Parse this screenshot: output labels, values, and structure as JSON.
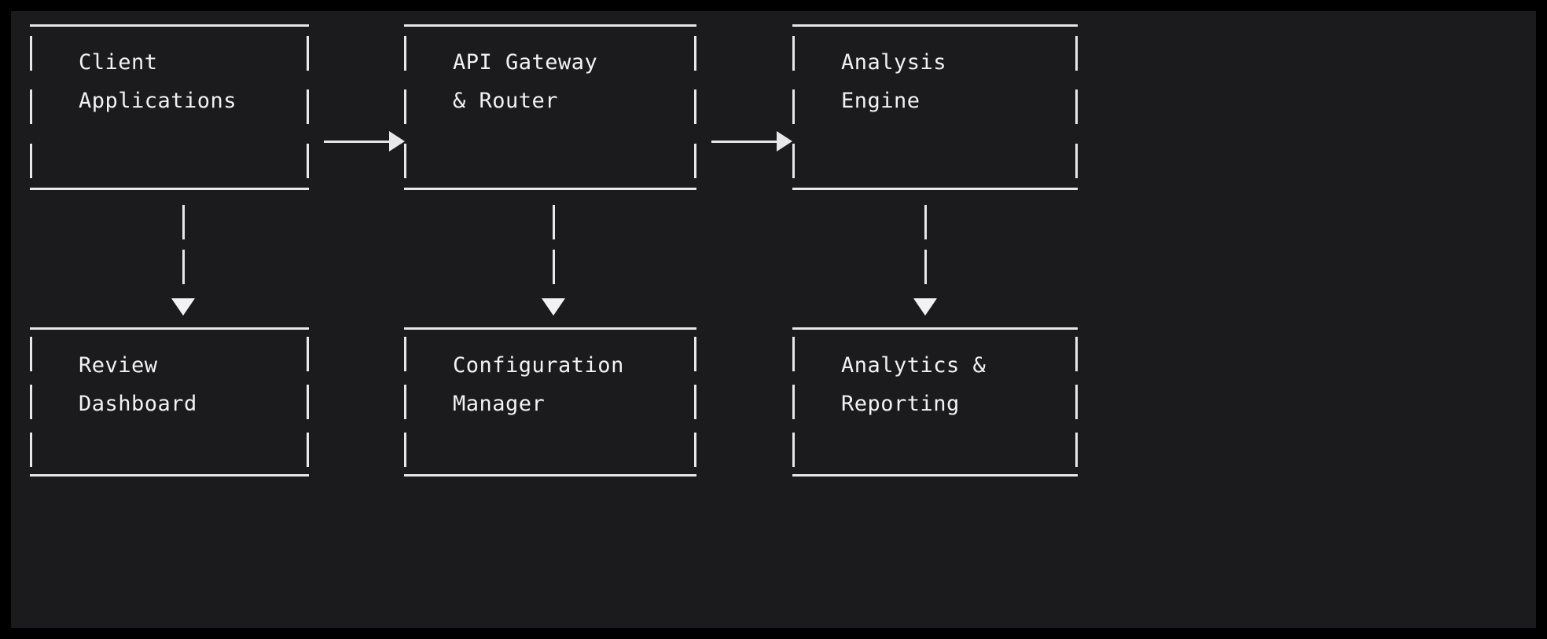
{
  "theme": {
    "page_background": "#000000",
    "panel_background": "#1b1b1d",
    "line_color": "#e8e8e8",
    "text_color": "#f2f2f2"
  },
  "diagram": {
    "type": "ascii-architecture-flow",
    "rows": 2,
    "columns": 3,
    "nodes": [
      {
        "id": "client-applications",
        "row": 0,
        "col": 0,
        "line1": "Client",
        "line2": "Applications",
        "line3": ""
      },
      {
        "id": "api-gateway-router",
        "row": 0,
        "col": 1,
        "line1": "API Gateway",
        "line2": "& Router",
        "line3": ""
      },
      {
        "id": "analysis-engine",
        "row": 0,
        "col": 2,
        "line1": "Analysis",
        "line2": "Engine",
        "line3": ""
      },
      {
        "id": "review-dashboard",
        "row": 1,
        "col": 0,
        "line1": "Review",
        "line2": "Dashboard",
        "line3": ""
      },
      {
        "id": "configuration-manager",
        "row": 1,
        "col": 1,
        "line1": "Configuration",
        "line2": "Manager",
        "line3": ""
      },
      {
        "id": "analytics-reporting",
        "row": 1,
        "col": 2,
        "line1": "Analytics &",
        "line2": "Reporting",
        "line3": ""
      }
    ],
    "horizontal_arrows": [
      {
        "id": "client-to-gateway",
        "from": "client-applications",
        "to": "api-gateway-router",
        "glyph": "-->"
      },
      {
        "id": "gateway-to-engine",
        "from": "api-gateway-router",
        "to": "analysis-engine",
        "glyph": "-->"
      }
    ],
    "vertical_arrows": [
      {
        "id": "client-to-dashboard",
        "from": "client-applications",
        "to": "review-dashboard",
        "glyph": "v"
      },
      {
        "id": "gateway-to-config",
        "from": "api-gateway-router",
        "to": "configuration-manager",
        "glyph": "v"
      },
      {
        "id": "engine-to-analytics",
        "from": "analysis-engine",
        "to": "analytics-reporting",
        "glyph": "v"
      }
    ]
  }
}
